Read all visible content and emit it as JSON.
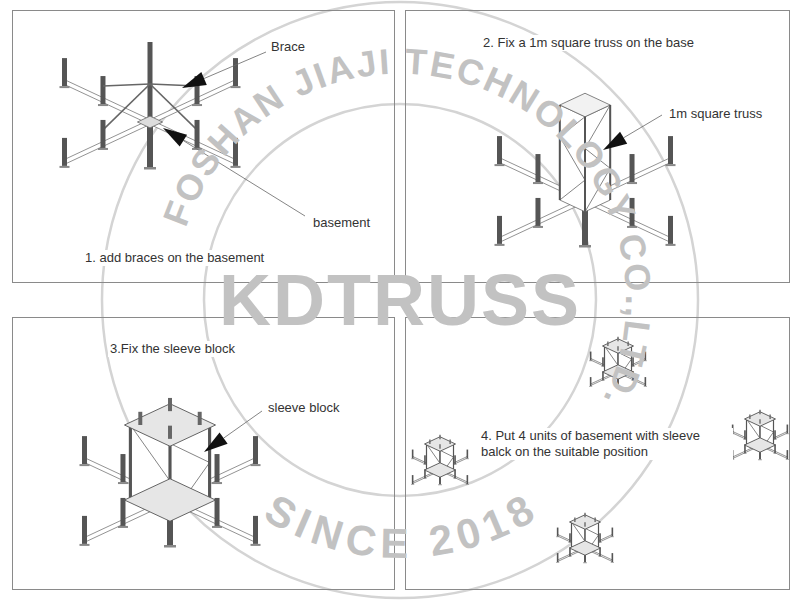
{
  "diagram": {
    "nodes": [
      {
        "text": [
          "Brace",
          "basement",
          "1. add braces on the basement"
        ]
      },
      {
        "text": [
          "2. Fix a 1m square truss on the base",
          "1m square truss"
        ]
      },
      {
        "text": [
          "3.Fix the sleeve block",
          "sleeve block"
        ]
      },
      {
        "text": [
          "4. Put 4 units of basement with sleeve balck on the suitable position"
        ]
      }
    ],
    "labels": [
      "FOSHAN JIAJI TECHNOLOGY CO.,LTD.",
      "KDTRUSS",
      "SINCE 2018"
    ]
  }
}
